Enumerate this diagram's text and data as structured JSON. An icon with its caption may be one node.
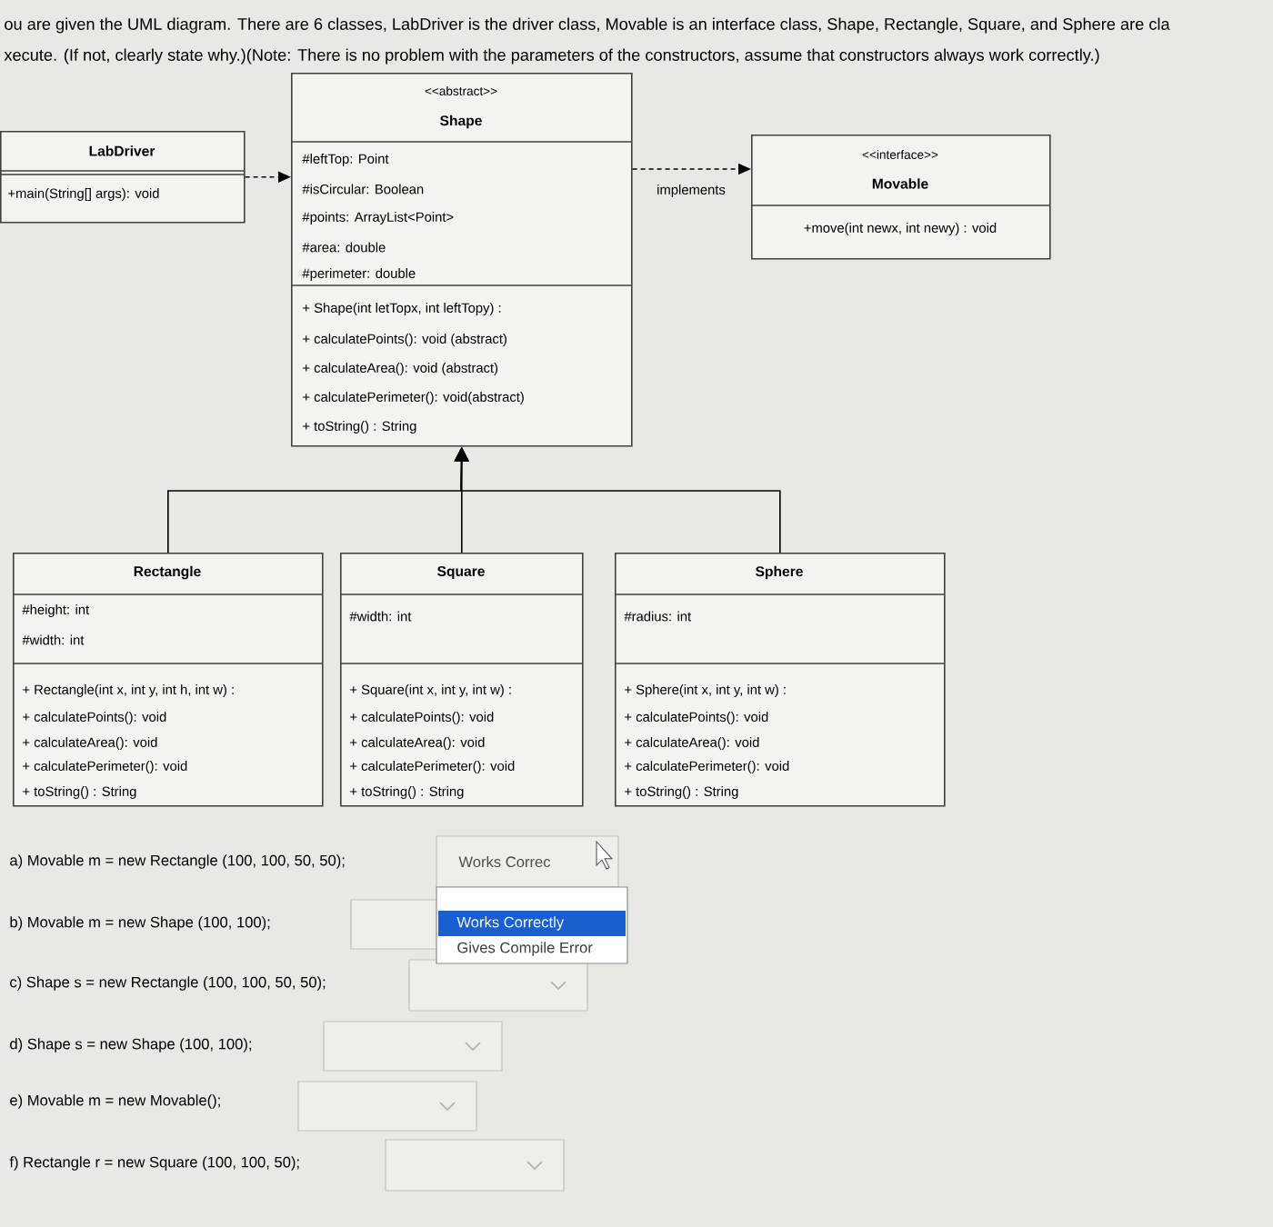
{
  "diagram": {
    "nodes": [
      {
        "text": [
          "LabDriver",
          "+main(String[] args): void"
        ]
      },
      {
        "text": [
          "<<abstract>>",
          "Shape",
          "#leftTop: Point",
          "#isCircular: Boolean",
          "#points: ArrayList<Point>",
          "#area: double",
          "#perimeter: double",
          "+ Shape(int letTopx, int leftTopy) :",
          "+ calculatePoints(): void (abstract)",
          "+ calculateArea(): void (abstract)",
          "+ calculatePerimeter(): void(abstract)",
          "+ toString() : String"
        ]
      },
      {
        "text": [
          "<<interface>>",
          "Movable",
          "+move(int newx, int newy) : void"
        ]
      },
      {
        "text": [
          "Rectangle",
          "#height: int",
          "#width: int",
          "+ Rectangle(int x, int y, int h, int w) :",
          "+ calculatePoints(): void",
          "+ calculateArea(): void",
          "+ calculatePerimeter(): void",
          "+ toString() : String"
        ]
      },
      {
        "text": [
          "Square",
          "#width: int",
          "+ Square(int x, int y, int w) :",
          "+ calculatePoints(): void",
          "+ calculateArea(): void",
          "+ calculatePerimeter(): void",
          "+ toString() : String"
        ]
      },
      {
        "text": [
          "Sphere",
          "#radius: int",
          "+ Sphere(int x, int y, int w) :",
          "+ calculatePoints(): void",
          "+ calculateArea(): void",
          "+ calculatePerimeter(): void",
          "+ toString() : String"
        ]
      }
    ],
    "edges": [
      {
        "from": 0,
        "to": 1,
        "arrow": "to",
        "style": "dashed"
      },
      {
        "from": 1,
        "to": 2,
        "arrow": "to",
        "style": "dashed",
        "label": "implements"
      },
      {
        "from": 3,
        "to": 1,
        "arrow": "to"
      },
      {
        "from": 4,
        "to": 1,
        "arrow": "to"
      },
      {
        "from": 5,
        "to": 1,
        "arrow": "to"
      }
    ],
    "labels": [
      "ou are given the UML diagram. There are 6 classes, LabDriver is the driver class, Movable is an interface class, Shape, Rectangle, Square, and Sphere are cla",
      "xecute. (If not, clearly state why.)(Note: There is no problem with the parameters of the constructors, assume that constructors always work correctly.)",
      "a) Movable m = new Rectangle (100, 100, 50, 50);",
      "b) Movable m = new Shape (100, 100);",
      "c) Shape s = new Rectangle (100, 100, 50, 50);",
      "d) Shape s = new Shape (100, 100);",
      "e) Movable m = new Movable();",
      "f) Rectangle r = new Square (100, 100, 50);",
      "Works Correc",
      "Works Correctly",
      "Gives Compile Error"
    ]
  }
}
